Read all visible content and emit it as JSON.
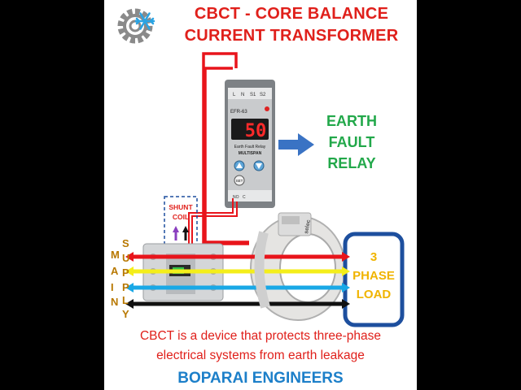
{
  "title": {
    "line1": "CBCT - CORE BALANCE",
    "line2": "CURRENT TRANSFORMER"
  },
  "relay": {
    "display_value": "50",
    "model": "EFR-63",
    "caption": "Earth Fault Relay",
    "brand": "MULTISPAN",
    "terminals_top": [
      "L",
      "N",
      "S1",
      "S2"
    ],
    "set_label": "SET",
    "terminals_bottom": [
      "NO",
      "C"
    ]
  },
  "relay_label": {
    "line1": "EARTH",
    "line2": "FAULT",
    "line3": "RELAY"
  },
  "shunt_coil_label": {
    "line1": "SHUNT",
    "line2": "COIL"
  },
  "supply_label": {
    "col1": [
      "M",
      "A",
      "I",
      "N"
    ],
    "col2": [
      "S",
      "U",
      "P",
      "P",
      "L",
      "Y"
    ]
  },
  "cbct_brand": "selec",
  "load_label": {
    "line1": "3",
    "line2": "PHASE",
    "line3": "LOAD"
  },
  "footer": {
    "line1": "CBCT is a device that protects three-phase",
    "line2": "electrical systems from earth leakage"
  },
  "company": "BOPARAI ENGINEERS",
  "colors": {
    "phase_red": "#e8141b",
    "phase_yellow": "#f4ee1a",
    "phase_blue": "#19a8e6",
    "neutral": "#111111",
    "title_red": "#e0201b",
    "relay_green": "#22a84a",
    "load_box": "#1d4f9e",
    "load_text": "#f0b400",
    "brand_blue": "#1c7fc9",
    "arrow_blue": "#3a73c4"
  },
  "icons": [
    "gear-snowflake-logo-icon",
    "arrow-right-icon"
  ]
}
